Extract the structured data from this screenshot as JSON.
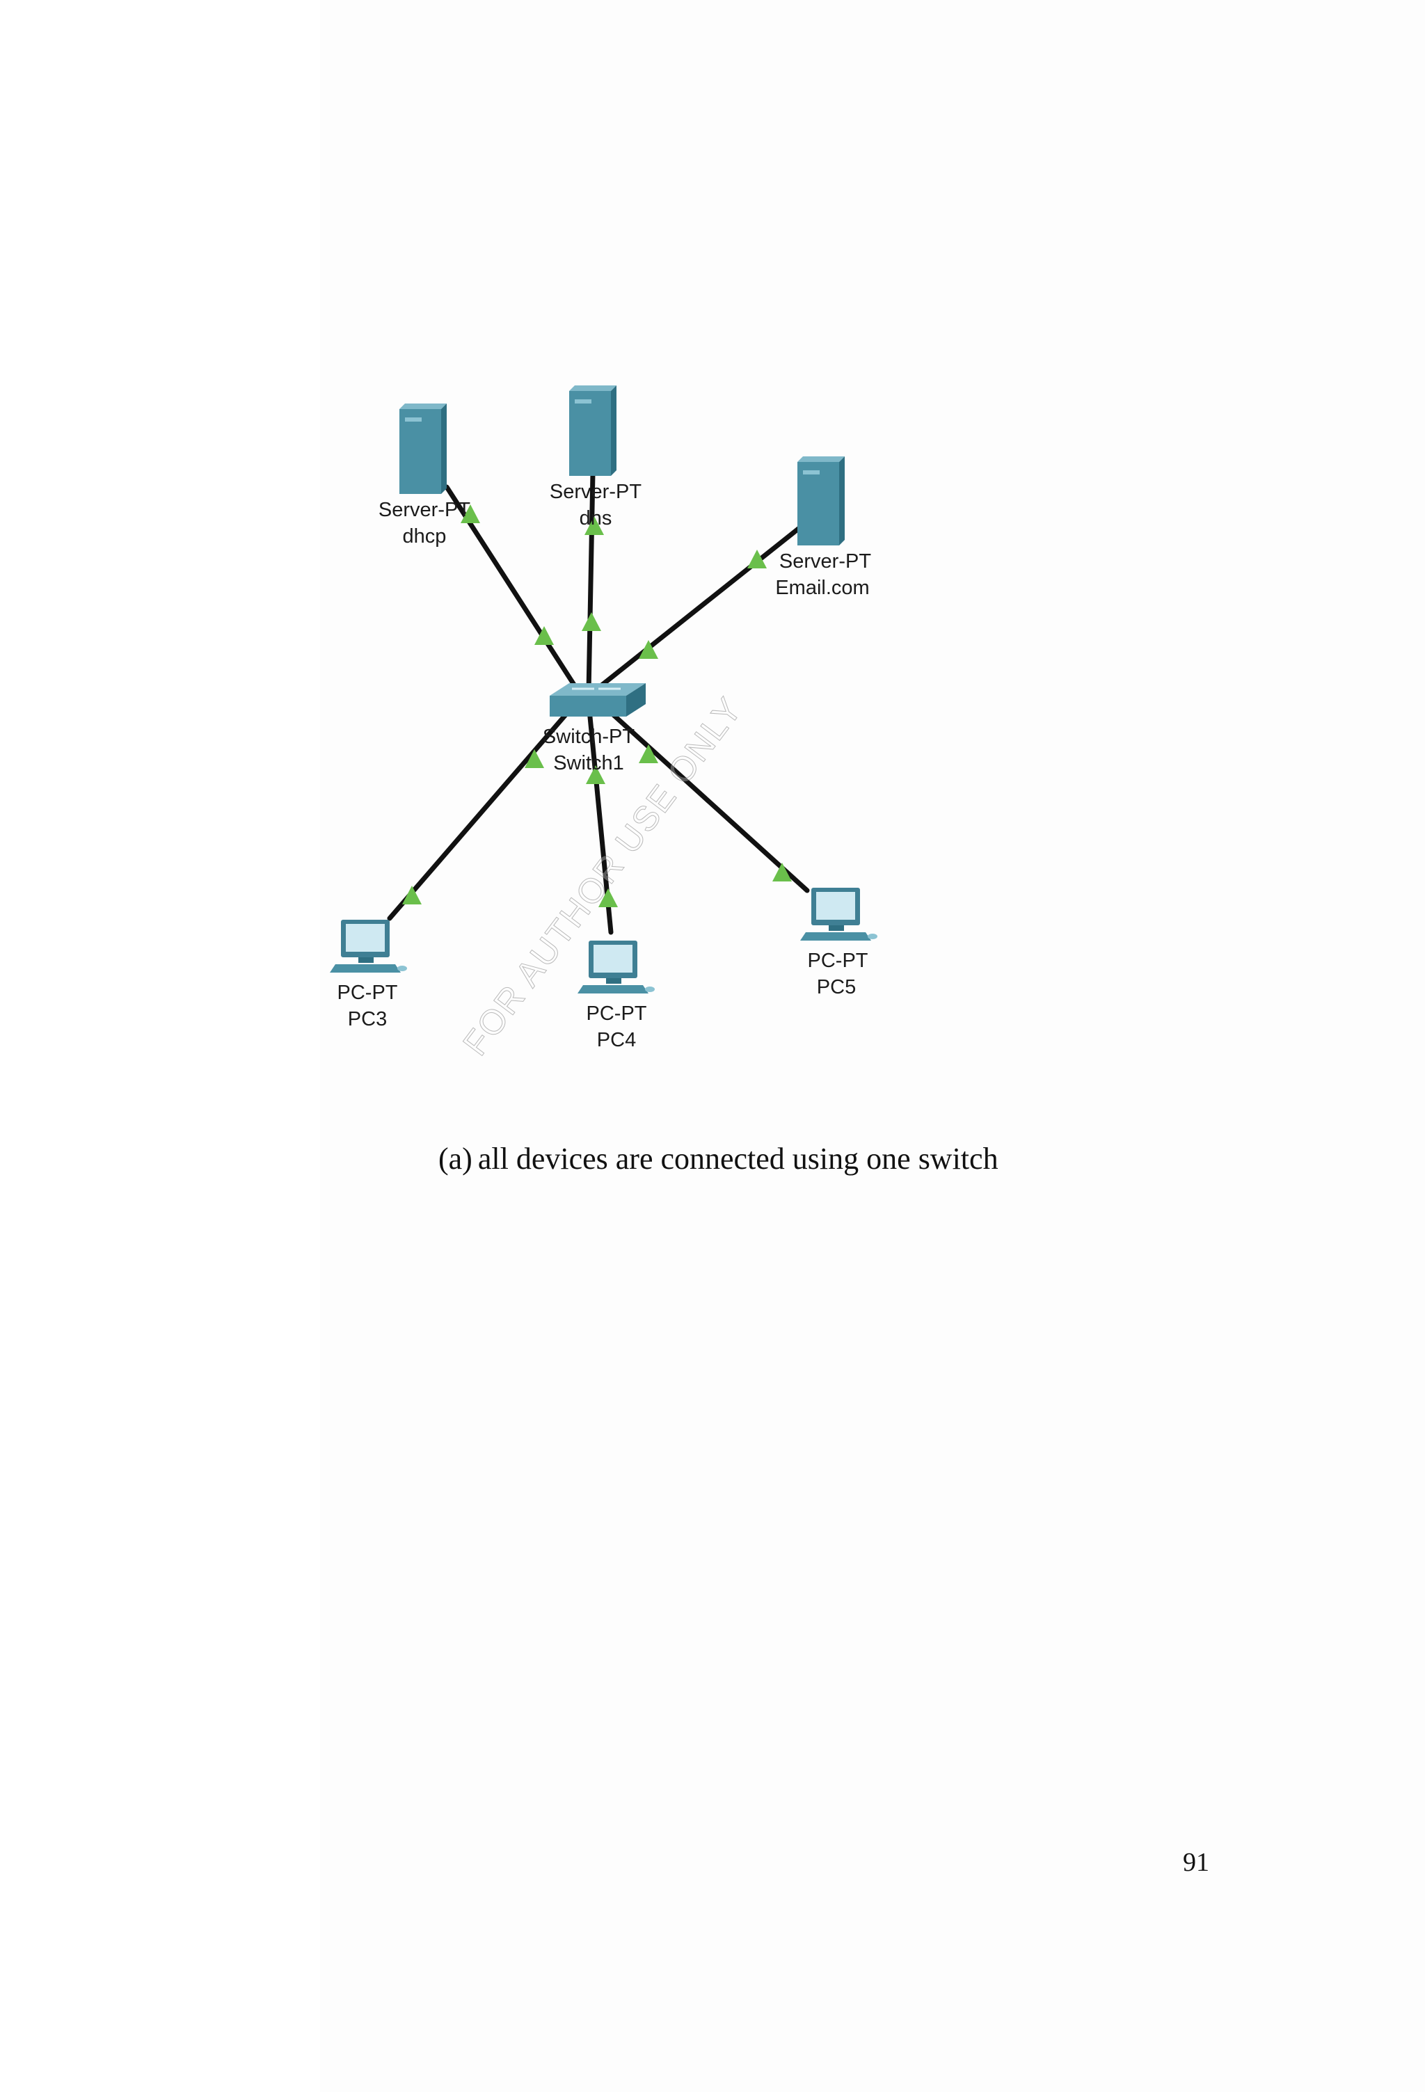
{
  "figure": {
    "devices": {
      "server_dhcp": {
        "type": "Server-PT",
        "name": "dhcp"
      },
      "server_dns": {
        "type": "Server-PT",
        "name": "dns"
      },
      "server_email": {
        "type": "Server-PT",
        "name": "Email.com"
      },
      "switch": {
        "type": "Switch-PT",
        "name": "Switch1"
      },
      "pc3": {
        "type": "PC-PT",
        "name": "PC3"
      },
      "pc4": {
        "type": "PC-PT",
        "name": "PC4"
      },
      "pc5": {
        "type": "PC-PT",
        "name": "PC5"
      }
    },
    "colors": {
      "device": "#4a90a4",
      "device_dark": "#2f6f82",
      "link": "#111111",
      "link_status": "#6abf4b"
    }
  },
  "caption": {
    "tag": "(a)",
    "text": "all devices are connected using one switch"
  },
  "watermark": "FOR AUTHOR USE ONLY",
  "page_number": "91"
}
